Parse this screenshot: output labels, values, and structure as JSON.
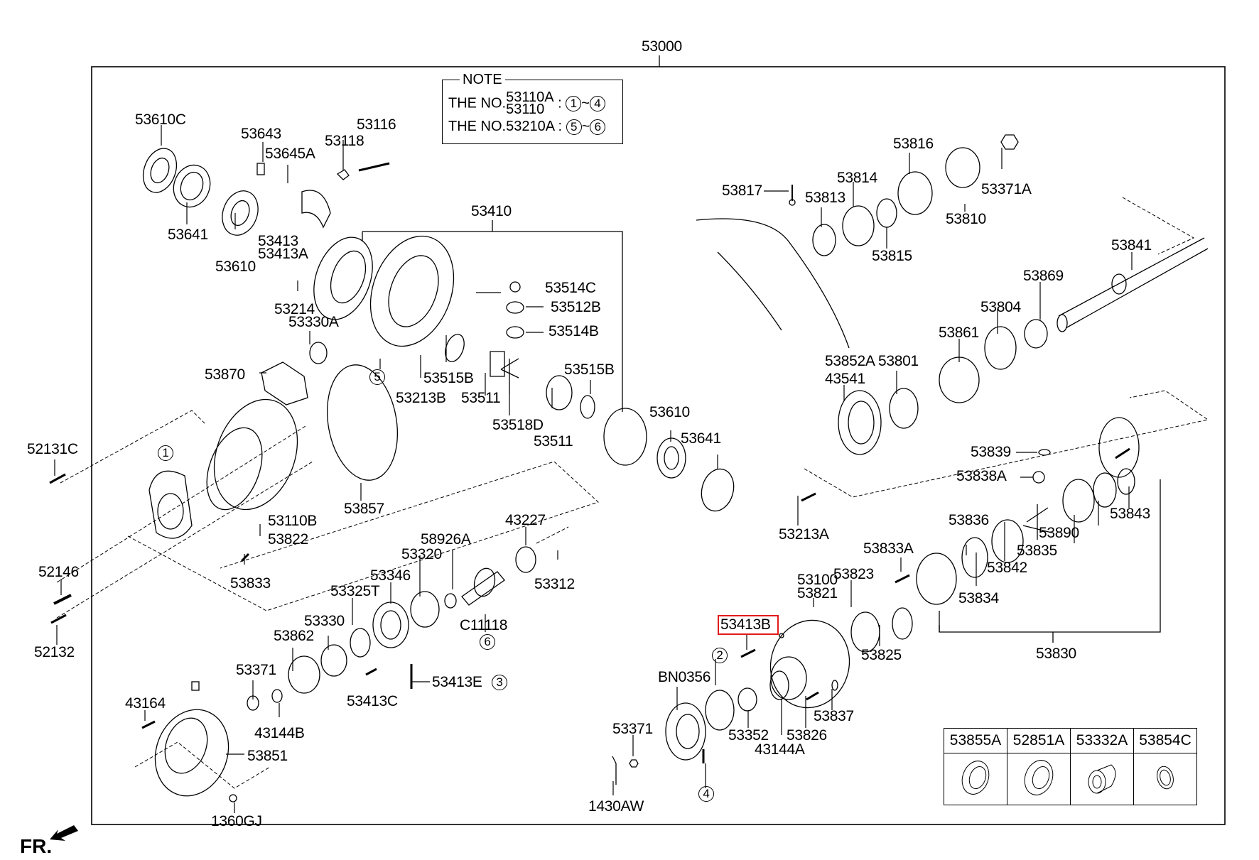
{
  "assembly": {
    "number": "53000"
  },
  "note": {
    "title": "NOTE",
    "rows": [
      {
        "prefix": "THE NO.",
        "parts_top": "53110A",
        "parts_bottom": "53110",
        "range_from": "1",
        "range_to": "4"
      },
      {
        "prefix": "THE NO.",
        "parts_top": "53210A",
        "range_from": "5",
        "range_to": "6"
      }
    ]
  },
  "highlighted_part": "53413B",
  "direction_marker": "FR.",
  "labels": {
    "p53610C": "53610C",
    "p53641a": "53641",
    "p53610a": "53610",
    "p53643": "53643",
    "p53645A": "53645A",
    "p53118": "53118",
    "p53116": "53116",
    "p53413": "53413",
    "p53413A": "53413A",
    "p53214": "53214",
    "p53330A": "53330A",
    "p53410": "53410",
    "p53514C": "53514C",
    "p53512B": "53512B",
    "p53514B": "53514B",
    "p53515Ba": "53515B",
    "p53213B": "53213B",
    "p53511a": "53511",
    "p53515Bb": "53515B",
    "p53518D": "53518D",
    "p53511b": "53511",
    "p53610b": "53610",
    "p53641b": "53641",
    "p53870": "53870",
    "p53857": "53857",
    "p53110B": "53110B",
    "p53822": "53822",
    "p53833": "53833",
    "p52131C": "52131C",
    "p52146": "52146",
    "p52132": "52132",
    "p43227": "43227",
    "p58926A": "58926A",
    "p53320": "53320",
    "p53312": "53312",
    "p53346": "53346",
    "p53325T": "53325T",
    "pC11118": "C11118",
    "p53330": "53330",
    "p53862": "53862",
    "p53413E": "53413E",
    "p53371a": "53371",
    "p53413C": "53413C",
    "p43164": "43164",
    "p43144B": "43144B",
    "p53851": "53851",
    "p1360GJ": "1360GJ",
    "p53817": "53817",
    "p53813": "53813",
    "p53814": "53814",
    "p53816": "53816",
    "p53815": "53815",
    "p53810": "53810",
    "p53371A": "53371A",
    "p53841": "53841",
    "p53869": "53869",
    "p53804": "53804",
    "p53861": "53861",
    "p53852A": "53852A",
    "p43541": "43541",
    "p53801": "53801",
    "p53839": "53839",
    "p53838A": "53838A",
    "p53213A": "53213A",
    "p53843": "53843",
    "p53836": "53836",
    "p53890": "53890",
    "p53833A": "53833A",
    "p53835": "53835",
    "p53842": "53842",
    "p53100": "53100",
    "p53821": "53821",
    "p53823": "53823",
    "p53834": "53834",
    "p53825": "53825",
    "p53830": "53830",
    "p53413B": "53413B",
    "pBN0356": "BN0356",
    "p53352": "53352",
    "p53826": "53826",
    "p53837": "53837",
    "p43144A": "43144A",
    "p53371b": "53371",
    "p1430AW": "1430AW"
  },
  "callouts": {
    "c1": "1",
    "c2": "2",
    "c3": "3",
    "c4": "4",
    "c5": "5",
    "c6": "6"
  },
  "kit_table": {
    "headers": [
      "53855A",
      "52851A",
      "53332A",
      "53854C"
    ]
  }
}
